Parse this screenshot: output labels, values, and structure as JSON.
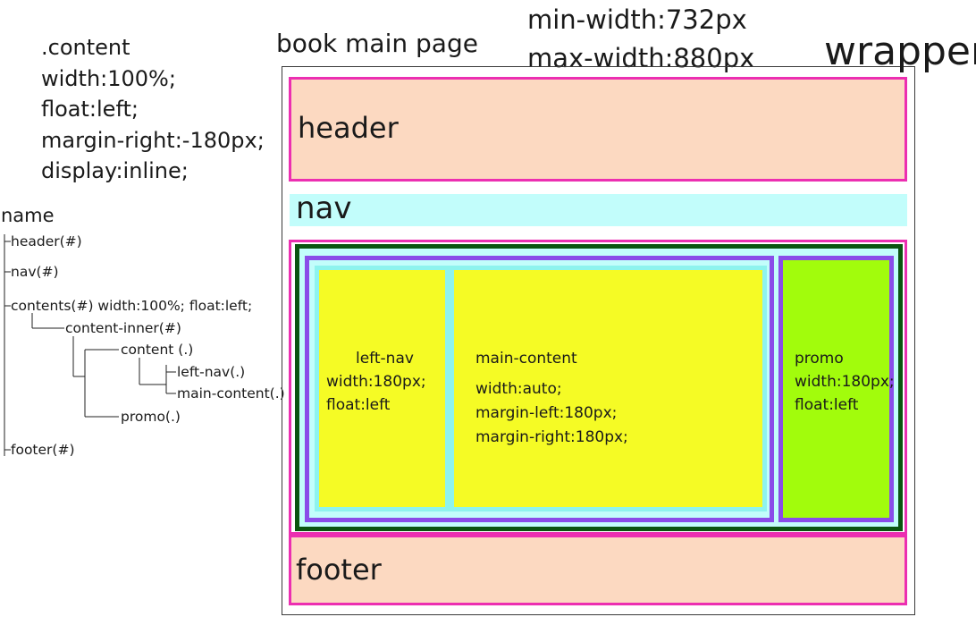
{
  "content_css": {
    "selector": ".content",
    "lines": [
      "width:100%;",
      "float:left;",
      "margin-right:-180px;",
      "display:inline;"
    ]
  },
  "tree": {
    "title": "name",
    "items": [
      "header(#)",
      "nav(#)",
      "contents(#) width:100%; float:left;",
      "content-inner(#)",
      "content (.)",
      "left-nav(.)",
      "main-content(.)",
      "promo(.)",
      "footer(#)"
    ]
  },
  "book_title": "book main page",
  "width_notes": [
    "min-width:732px",
    "max-width:880px"
  ],
  "wrapper_label": "wrapper",
  "regions": {
    "header": "header",
    "nav": "nav",
    "left_nav": [
      "left-nav",
      "width:180px;",
      "float:left"
    ],
    "main_content": [
      "main-content",
      "width:auto;",
      "margin-left:180px;",
      "margin-right:180px;"
    ],
    "promo": [
      "promo",
      "width:180px;",
      "float:left"
    ],
    "footer": "footer"
  },
  "colors": {
    "header_footer_fill": "#fcd9c1",
    "pink_border": "#ec2fb1",
    "nav_fill": "#c2fdfb",
    "inner_border": "#0b5410",
    "content_border": "#8a4ce8",
    "column_border": "#8ef3ee",
    "column_fill": "#f5fb25",
    "promo_fill": "#a2fc0c"
  }
}
